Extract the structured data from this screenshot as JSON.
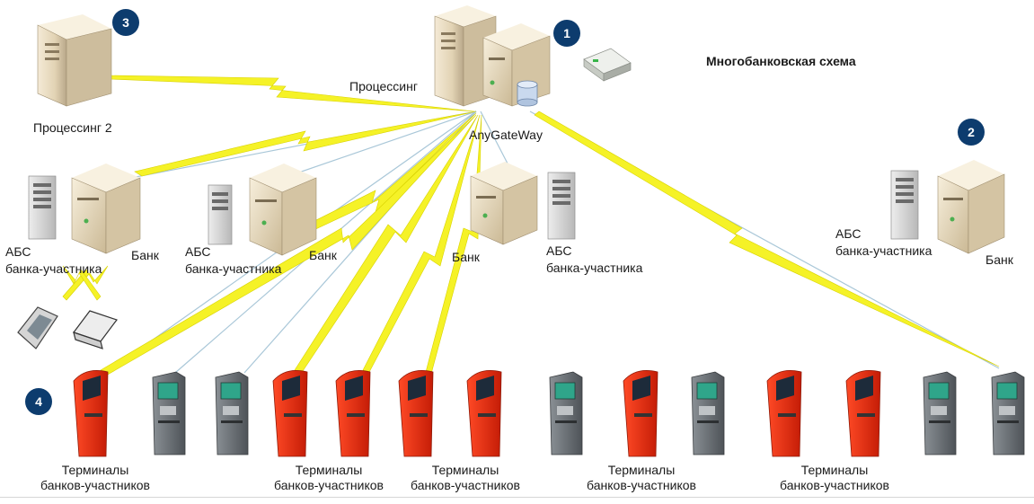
{
  "title": "Многобанковская схема",
  "colors": {
    "badge": "#0d3c6e",
    "link": "#f5f227",
    "link_edge": "#c9c400",
    "thin_link": "#a9c7d8",
    "kiosk": "#e22b14",
    "atm": "#6b7074"
  },
  "badges": [
    "1",
    "2",
    "3",
    "4"
  ],
  "labels": {
    "processing": "Процессинг",
    "processing2": "Процессинг 2",
    "gateway": "AnyGateWay",
    "bank": "Банк",
    "abs": "АБС",
    "participant_bank": "банка-участника",
    "terminals": "Терминалы",
    "participant_banks": "банков-участников"
  },
  "icons": [
    "server-tower-icon",
    "server-cube-icon",
    "database-icon",
    "router-icon",
    "mobile-phone-icon",
    "laptop-icon",
    "payment-kiosk-icon",
    "atm-icon"
  ]
}
